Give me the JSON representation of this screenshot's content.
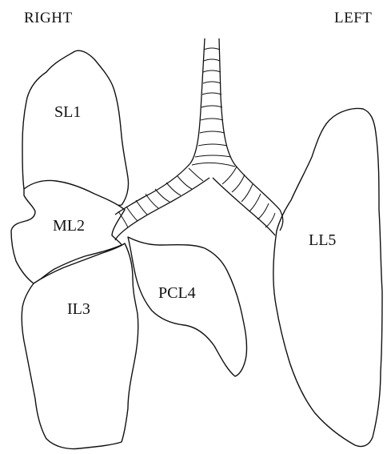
{
  "side_labels": {
    "right": "RIGHT",
    "left": "LEFT"
  },
  "lobes": {
    "sl1": "SL1",
    "ml2": "ML2",
    "il3": "IL3",
    "pcl4": "PCL4",
    "ll5": "LL5"
  },
  "colors": {
    "stroke": "#111111",
    "fill": "#ffffff",
    "background": "#ffffff"
  }
}
